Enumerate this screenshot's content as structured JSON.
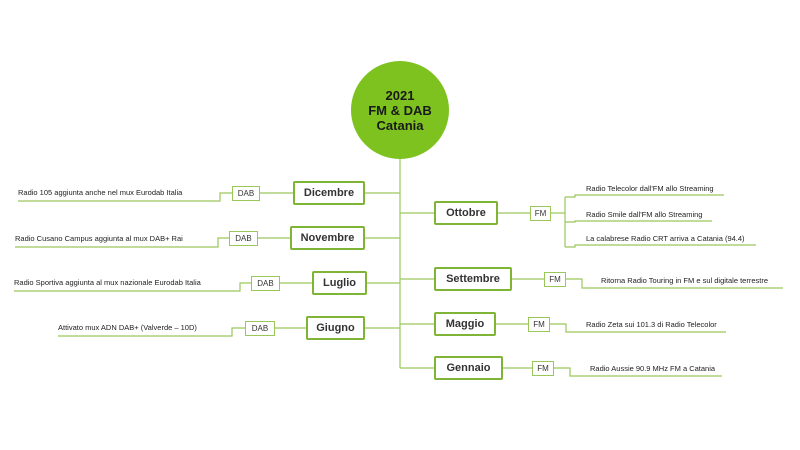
{
  "root": {
    "year": "2021",
    "line1": "FM & DAB",
    "line2": "Catania"
  },
  "left": [
    {
      "month": "Dicembre",
      "tag": "DAB",
      "items": [
        "Radio 105 aggiunta anche nel mux Eurodab Italia"
      ]
    },
    {
      "month": "Novembre",
      "tag": "DAB",
      "items": [
        "Radio Cusano Campus aggiunta al mux DAB+ Rai"
      ]
    },
    {
      "month": "Luglio",
      "tag": "DAB",
      "items": [
        "Radio Sportiva aggiunta al mux nazionale Eurodab Italia"
      ]
    },
    {
      "month": "Giugno",
      "tag": "DAB",
      "items": [
        "Attivato mux ADN DAB+ (Valverde – 10D)"
      ]
    }
  ],
  "right": [
    {
      "month": "Ottobre",
      "tag": "FM",
      "items": [
        "Radio Telecolor dall'FM allo Streaming",
        "Radio Smile dall'FM allo Streaming",
        "La calabrese Radio CRT arriva a Catania (94.4)"
      ]
    },
    {
      "month": "Settembre",
      "tag": "FM",
      "items": [
        "Ritorna Radio Touring in FM e sul digitale terrestre"
      ]
    },
    {
      "month": "Maggio",
      "tag": "FM",
      "items": [
        "Radio Zeta sui 101.3 di Radio Telecolor"
      ]
    },
    {
      "month": "Gennaio",
      "tag": "FM",
      "items": [
        "Radio Aussie 90.9 MHz FM a Catania"
      ]
    }
  ],
  "colors": {
    "root": "#7dc21e",
    "line": "#9ac75a",
    "border": "#7fb537"
  }
}
